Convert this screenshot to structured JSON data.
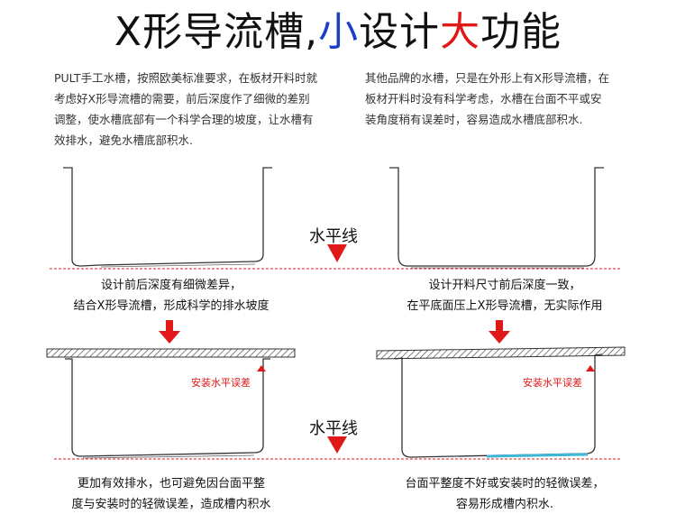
{
  "title": {
    "part1": "X形导流槽,",
    "part2": "小",
    "part3": "设计",
    "part4": "大",
    "part5": "功能"
  },
  "left_text": [
    "PULT手工水槽，按照欧美标准要求，在板材开料时就",
    "考虑好X形导流槽的需要，前后深度作了细微的差别",
    "调整，使水槽底部有一个科学合理的坡度，让水槽有",
    "效排水，避免水槽底部积水."
  ],
  "right_text": [
    "其他品牌的水槽，只是在外形上有X形导流槽，在",
    "板材开料时没有科学考虑，水槽在台面不平或安",
    "装角度稍有误差时，容易造成水槽底部积水."
  ],
  "level_label": "水平线",
  "caption_top_left": [
    "设计前后深度有细微差异，",
    "结合X形导流槽，形成科学的排水坡度"
  ],
  "caption_top_right": [
    "设计开料尺寸前后深度一致，",
    "在平底面压上X形导流槽，无实际作用"
  ],
  "install_error_label": "安装水平误差",
  "caption_bottom_left": [
    "更加有效排水，也可避免因台面平整",
    "度与安装时的轻微误差，造成槽内积水"
  ],
  "caption_bottom_right": [
    "台面平整度不好或安装时的轻微误差，",
    "容易形成槽内积水."
  ],
  "colors": {
    "accent_red": "#e01818",
    "accent_blue": "#1a3ec9",
    "water": "#3fb8d8"
  }
}
